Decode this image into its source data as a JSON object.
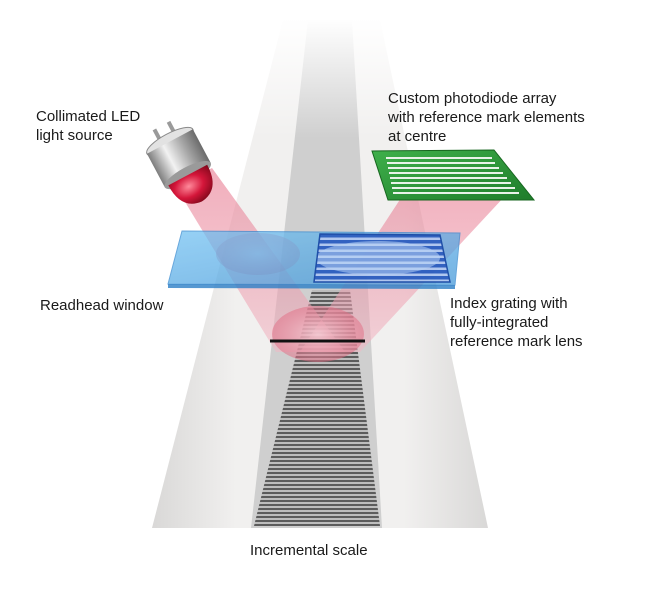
{
  "labels": {
    "led": [
      "Collimated LED",
      "light source"
    ],
    "photodiode": [
      "Custom photodiode array",
      "with reference mark elements",
      "at centre"
    ],
    "window": [
      "Readhead window"
    ],
    "index": [
      "Index grating with",
      "fully-integrated",
      "reference mark lens"
    ],
    "scale": [
      "Incremental scale"
    ]
  },
  "colors": {
    "scale_band": "#ecebea",
    "scale_graduations": "#5f5f5f",
    "readhead_window": "#5fb2ea",
    "index_grating": "#2f5fc0",
    "photodiode_pcb": "#2e9e3a",
    "light_beam": "#e0607a",
    "led_lens": "#c8102e",
    "led_body": "#b9b9b9"
  }
}
